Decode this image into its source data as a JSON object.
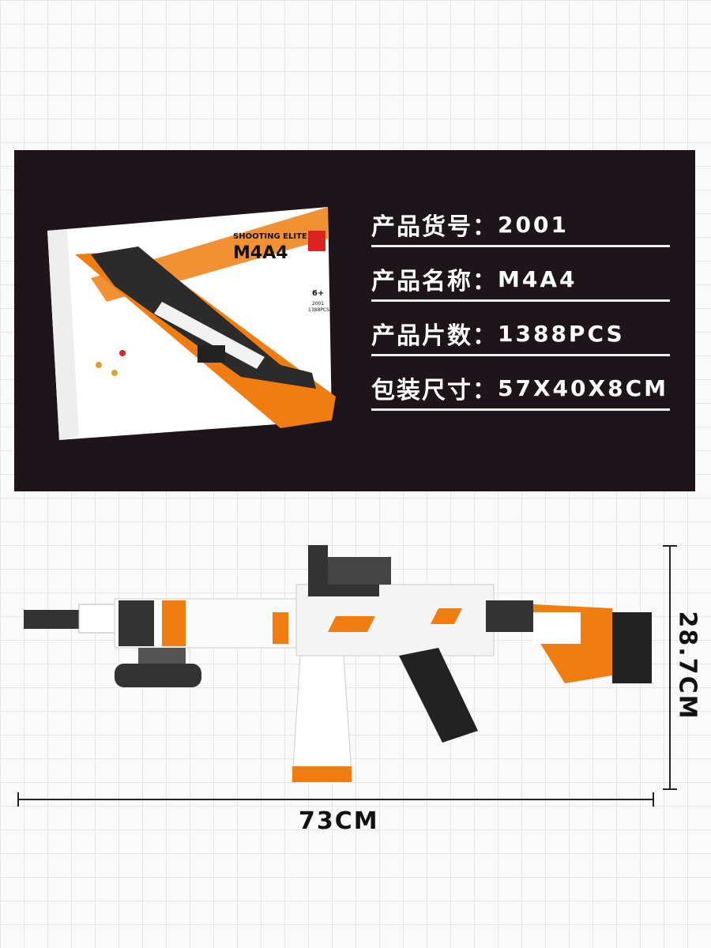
{
  "specs": [
    {
      "label": "产品货号：",
      "value": "2001"
    },
    {
      "label": "产品名称：",
      "value": "M4A4"
    },
    {
      "label": "产品片数：",
      "value": "1388PCS"
    },
    {
      "label": "包装尺寸：",
      "value": "57X40X8CM"
    }
  ],
  "box": {
    "series": "SHOOTING ELITE",
    "model": "M4A4",
    "age": "6+",
    "code": "2001",
    "pieces": "1388PCS"
  },
  "dimensions": {
    "width": "73CM",
    "height": "28.7CM"
  },
  "colors": {
    "panel": "#1d1519",
    "accent": "#f07d10",
    "white": "#ffffff",
    "black": "#222222"
  }
}
